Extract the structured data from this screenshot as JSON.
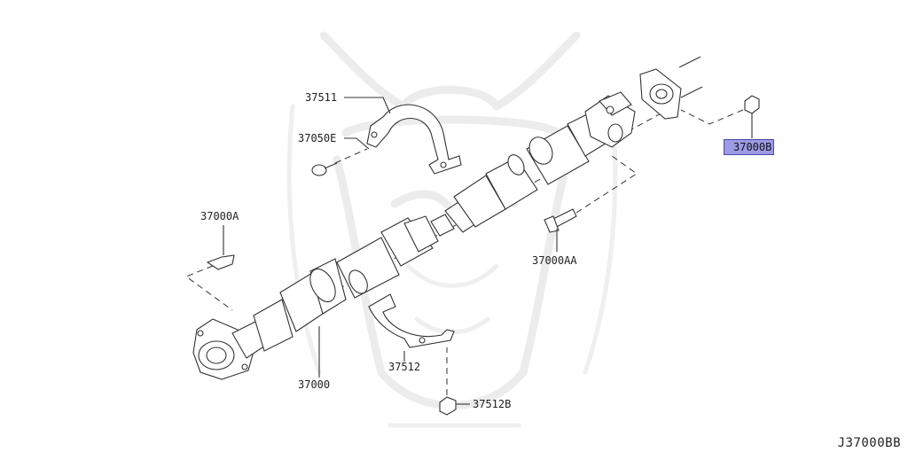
{
  "diagram": {
    "drawing_code": "J37000BB",
    "highlight_color": "#9d9be6",
    "watermark": "samurai-helmet-watermark",
    "parts": [
      {
        "id": "37511",
        "label": "37511",
        "highlighted": false
      },
      {
        "id": "37050E",
        "label": "37050E",
        "highlighted": false
      },
      {
        "id": "37000A",
        "label": "37000A",
        "highlighted": false
      },
      {
        "id": "37000AA",
        "label": "37000AA",
        "highlighted": false
      },
      {
        "id": "37000",
        "label": "37000",
        "highlighted": false
      },
      {
        "id": "37512",
        "label": "37512",
        "highlighted": false
      },
      {
        "id": "37512B",
        "label": "37512B",
        "highlighted": false
      },
      {
        "id": "37000B",
        "label": "37000B",
        "highlighted": true
      }
    ]
  }
}
